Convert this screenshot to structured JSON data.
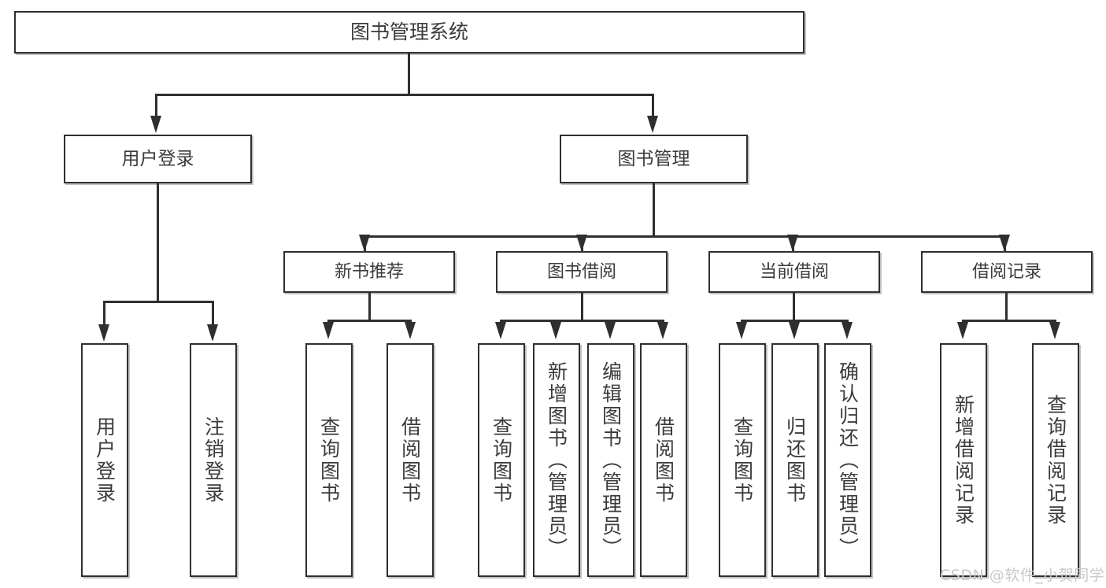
{
  "diagram": {
    "title": "图书管理系统",
    "root": {
      "label": "图书管理系统"
    },
    "level1": [
      {
        "label": "用户登录"
      },
      {
        "label": "图书管理"
      }
    ],
    "level2": [
      {
        "label": "新书推荐"
      },
      {
        "label": "图书借阅"
      },
      {
        "label": "当前借阅"
      },
      {
        "label": "借阅记录"
      }
    ],
    "leaves": {
      "user_login": [
        {
          "label": "用户登录"
        },
        {
          "label": "注销登录"
        }
      ],
      "new_book_recommend": [
        {
          "label": "查询图书"
        },
        {
          "label": "借阅图书"
        }
      ],
      "book_borrow": [
        {
          "label": "查询图书"
        },
        {
          "label": "新增图书（管理员）"
        },
        {
          "label": "编辑图书（管理员）"
        },
        {
          "label": "借阅图书"
        }
      ],
      "current_borrow": [
        {
          "label": "查询图书"
        },
        {
          "label": "归还图书"
        },
        {
          "label": "确认归还（管理员）"
        }
      ],
      "borrow_record": [
        {
          "label": "新增借阅记录"
        },
        {
          "label": "查询借阅记录"
        }
      ]
    }
  },
  "watermark": {
    "text": "CSDN @软件_小贺同学"
  },
  "colors": {
    "border": "#2f2f2f",
    "text": "#3b3b3b",
    "background": "#ffffff",
    "watermark": "#c9c9c9"
  }
}
